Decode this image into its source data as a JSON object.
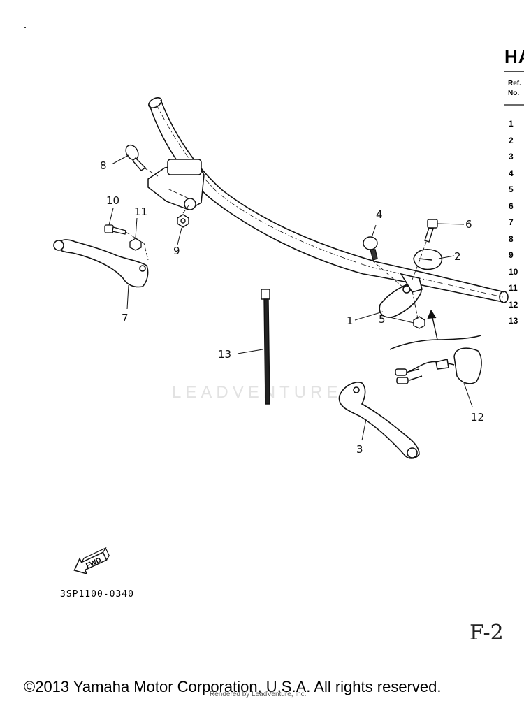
{
  "table": {
    "title": "HA",
    "ref_label": "Ref.",
    "no_label": "No.",
    "ref_numbers": [
      "1",
      "2",
      "3",
      "4",
      "5",
      "6",
      "7",
      "8",
      "9",
      "10",
      "11",
      "12",
      "13"
    ]
  },
  "callouts": [
    "1",
    "2",
    "3",
    "4",
    "5",
    "6",
    "7",
    "8",
    "9",
    "10",
    "11",
    "12",
    "13"
  ],
  "fwd_label": "FWD",
  "figure_code": "3SP1100-0340",
  "figure_note": "F-2",
  "watermark": "LEADVENTURE",
  "copyright": "©2013 Yamaha Motor Corporation, U.S.A. All rights reserved.",
  "overlay_text": "Rendered by LeadVenture, Inc."
}
